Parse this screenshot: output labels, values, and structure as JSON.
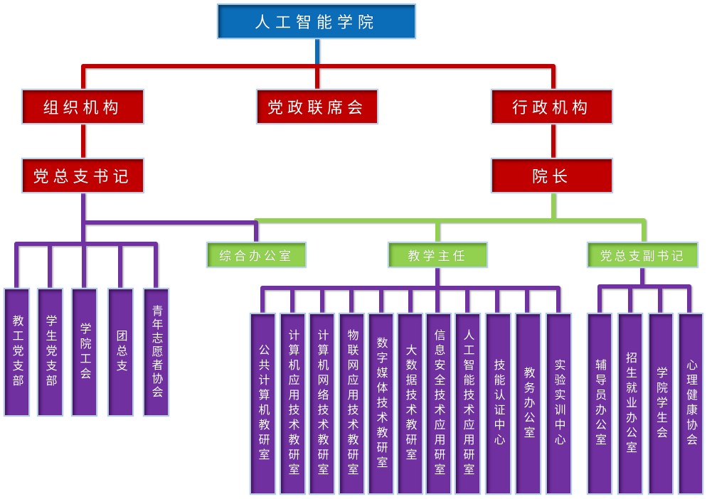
{
  "title": "人工智能学院",
  "colors": {
    "root": "#0b6cb8",
    "level1": "#c00000",
    "level2": "#92d050",
    "leaf": "#7030a0",
    "connector_red": "#c00000",
    "connector_green": "#92d050",
    "connector_purple": "#7030a0",
    "connector_blue": "#0b6cb8"
  },
  "root": {
    "label": "人工智能学院"
  },
  "level1": [
    {
      "id": "org",
      "label": "组织机构"
    },
    {
      "id": "joint",
      "label": "党政联席会"
    },
    {
      "id": "admin",
      "label": "行政机构"
    }
  ],
  "level2": [
    {
      "id": "secretary",
      "label": "党总支书记",
      "parent": "组织机构"
    },
    {
      "id": "dean",
      "label": "院长",
      "parent": "行政机构"
    }
  ],
  "level3": [
    {
      "id": "general-office",
      "label": "综合办公室"
    },
    {
      "id": "teaching-director",
      "label": "教学主任"
    },
    {
      "id": "deputy-secretary",
      "label": "党总支副书记"
    }
  ],
  "secretary_units": [
    {
      "label": "教工党支部"
    },
    {
      "label": "学生党支部"
    },
    {
      "label": "学院工会"
    },
    {
      "label": "团总支"
    },
    {
      "label": "青年志愿者协会"
    }
  ],
  "teaching_units": [
    {
      "label": "公共计算机教研室"
    },
    {
      "label": "计算机应用技术教研室"
    },
    {
      "label": "计算机网络技术教研室"
    },
    {
      "label": "物联网应用技术教研室"
    },
    {
      "label": "数字媒体技术教研室"
    },
    {
      "label": "大数据技术教研室"
    },
    {
      "label": "信息安全技术应用研室"
    },
    {
      "label": "人工智能技术应用研室"
    },
    {
      "label": "技能认证中心"
    },
    {
      "label": "教务办公室"
    },
    {
      "label": "实验实训中心"
    }
  ],
  "deputy_units": [
    {
      "label": "辅导员办公室"
    },
    {
      "label": "招生就业办公室"
    },
    {
      "label": "学院学生会"
    },
    {
      "label": "心理健康协会"
    }
  ]
}
